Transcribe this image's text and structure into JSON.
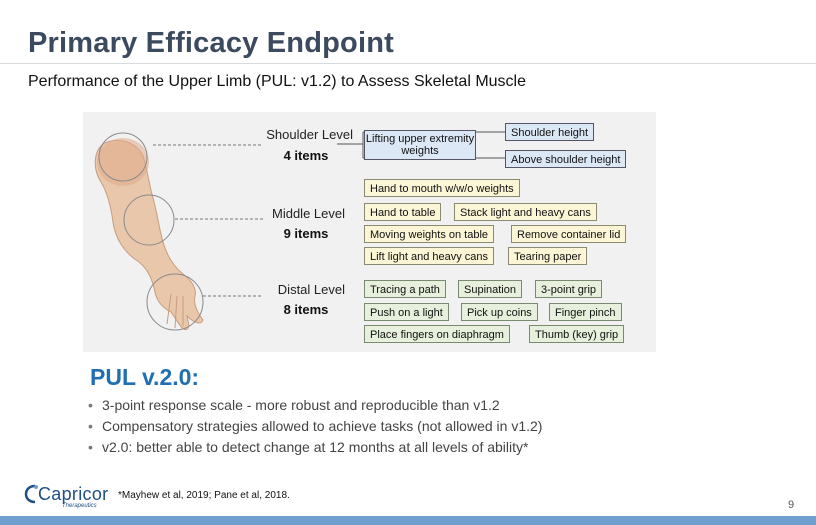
{
  "header": {
    "title": "Primary Efficacy Endpoint",
    "subtitle": "Performance of the Upper Limb (PUL: v1.2) to Assess Skeletal Muscle"
  },
  "figure": {
    "levels": [
      {
        "label": "Shoulder Level",
        "items": "4 items"
      },
      {
        "label": "Middle Level",
        "items": "9 items"
      },
      {
        "label": "Distal Level",
        "items": "8 items"
      }
    ],
    "shoulder": {
      "central": "Lifting upper extremity weights",
      "branches": [
        "Shoulder height",
        "Above shoulder height"
      ]
    },
    "middle": {
      "row1": [
        "Hand to mouth w/w/o weights"
      ],
      "row2": [
        "Hand to table",
        "Stack light and heavy cans"
      ],
      "row3": [
        "Moving weights on table",
        "Remove container lid"
      ],
      "row4": [
        "Lift light and heavy cans",
        "Tearing paper"
      ]
    },
    "distal": {
      "row1": [
        "Tracing a path",
        "Supination",
        "3-point grip"
      ],
      "row2": [
        "Push on a light",
        "Pick up coins",
        "Finger pinch"
      ],
      "row3": [
        "Place fingers on diaphragm",
        "Thumb (key) grip"
      ]
    },
    "colors": {
      "shoulder": "#dde8f6",
      "middle": "#fcf5d6",
      "distal": "#e6f0dc"
    }
  },
  "pul2": {
    "heading": "PUL v.2.0:",
    "bullets": [
      "3-point response scale - more robust and reproducible than v1.2",
      "Compensatory strategies allowed to achieve tasks (not allowed in v1.2)",
      "v2.0: better able to detect change at 12 months at all levels of ability*"
    ]
  },
  "footer": {
    "logo_text": "Capricor",
    "logo_sub": "Therapeutics",
    "footnote": "*Mayhew et al, 2019; Pane et al, 2018.",
    "page_number": "9"
  }
}
